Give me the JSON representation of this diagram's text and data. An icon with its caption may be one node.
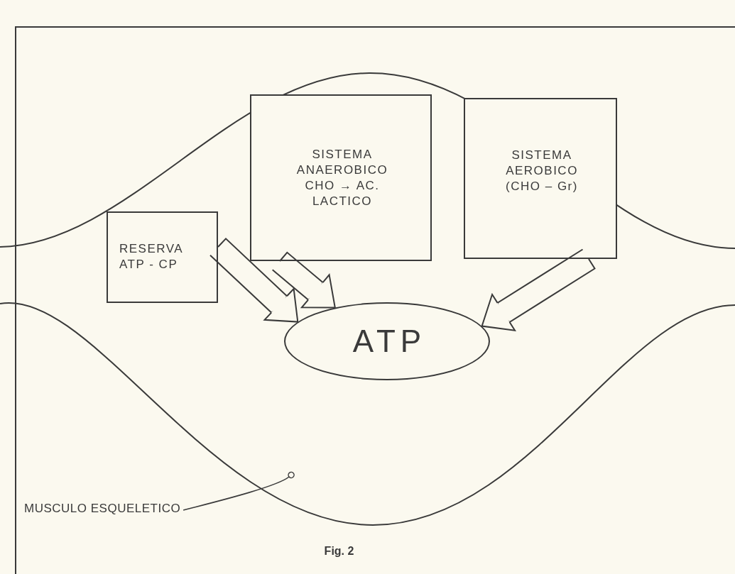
{
  "diagram": {
    "caption": "Fig. 2",
    "nodes": [
      {
        "text": [
          "SISTEMA ANAEROBICO CHO → AC. LACTICO"
        ]
      },
      {
        "text": [
          "SISTEMA AEROBICO (CHO – Gr)"
        ]
      },
      {
        "text": [
          "RESERVA ATP - CP"
        ]
      },
      {
        "text": [
          "ATP"
        ]
      },
      {
        "text": [
          "MUSCULO ESQUELETICO"
        ]
      }
    ],
    "edges": [
      {
        "from": 2,
        "to": 3,
        "arrow": "to"
      },
      {
        "from": 0,
        "to": 3,
        "arrow": "to"
      },
      {
        "from": 1,
        "to": 3,
        "arrow": "to"
      },
      {
        "from": 4,
        "to": null,
        "arrow": "other"
      }
    ]
  }
}
